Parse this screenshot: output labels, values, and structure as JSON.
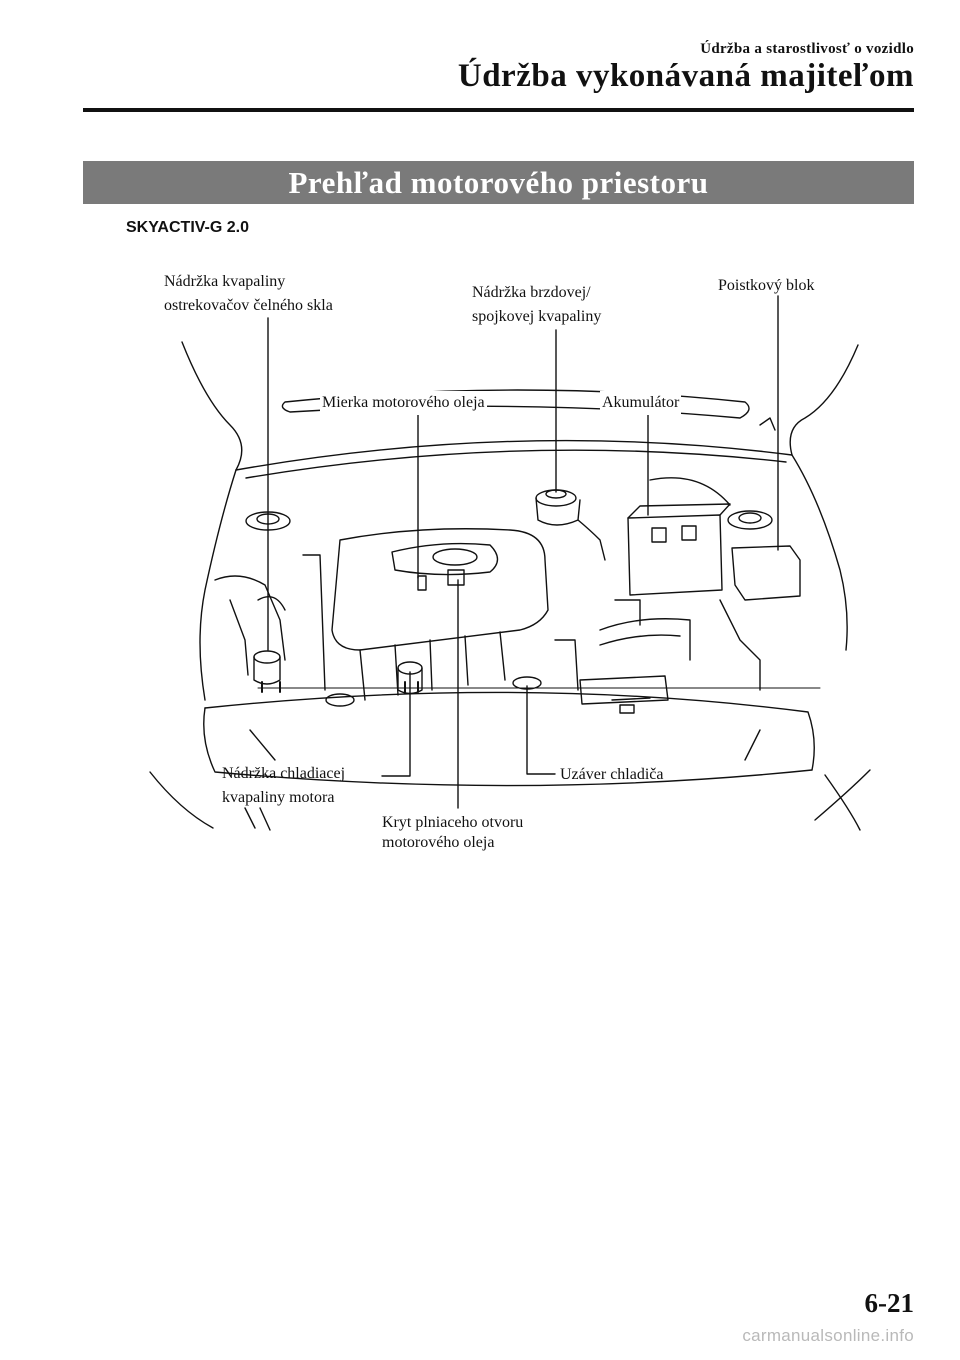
{
  "header": {
    "section": "Údržba a starostlivosť o vozidlo",
    "chapter": "Údržba vykonávaná majiteľom"
  },
  "banner_title": "Prehľad motorového priestoru",
  "variant": "SKYACTIV-G 2.0",
  "labels": {
    "washer_tank": [
      "Nádržka kvapaliny",
      "ostrekovačov čelného skla"
    ],
    "brake_reservoir": [
      "Nádržka brzdovej/",
      "spojkovej kvapaliny"
    ],
    "fuse_block": "Poistkový blok",
    "dipstick": "Mierka motorového oleja",
    "battery": "Akumulátor",
    "coolant_reservoir": [
      "Nádržka chladiacej",
      "kvapaliny motora"
    ],
    "radiator_cap": "Uzáver chladiča",
    "oil_filler_cap": [
      "Kryt plniaceho otvoru",
      "motorového oleja"
    ]
  },
  "footer": {
    "page_number": "6-21",
    "watermark": "carmanualsonline.info"
  }
}
